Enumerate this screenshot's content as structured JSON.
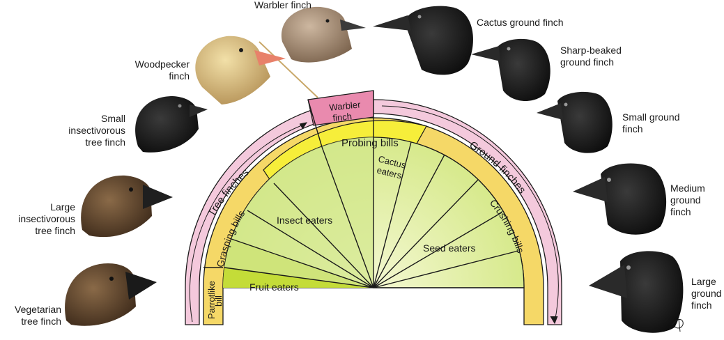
{
  "species_labels": {
    "warbler": "Warbler finch",
    "woodpecker": [
      "Woodpecker",
      "finch"
    ],
    "small_insectivorous": [
      "Small",
      "insectivorous",
      "tree finch"
    ],
    "large_insectivorous": [
      "Large",
      "insectivorous",
      "tree finch"
    ],
    "vegetarian": [
      "Vegetarian",
      "tree finch"
    ],
    "cactus_ground": "Cactus ground finch",
    "sharp_beaked": [
      "Sharp-beaked",
      "ground finch"
    ],
    "small_ground": [
      "Small ground",
      "finch"
    ],
    "medium_ground": [
      "Medium",
      "ground",
      "finch"
    ],
    "large_ground": [
      "Large",
      "ground",
      "finch"
    ]
  },
  "diagram": {
    "outer_left": "Tree finches",
    "outer_right": "Ground finches",
    "top_box": [
      "Warbler",
      "finch"
    ],
    "probing": "Probing bills",
    "grasping": "Grasping bills",
    "parrotlike": [
      "Parrotlike",
      "bill"
    ],
    "cactus": [
      "Cactus",
      "eaters"
    ],
    "crushing": "Crushing bills",
    "insect": "Insect eaters",
    "fruit": "Fruit eaters",
    "seed": "Seed eaters"
  },
  "colors": {
    "outer_band": "#f4c9dc",
    "warbler_box": "#e98aae",
    "bill_band": "#f6ee3a",
    "bill_band_side": "#f5d867",
    "inner_light": "#eaf2b4",
    "inner_green": "#cfe47a",
    "fruit": "#c4dc38",
    "lines": "#1a1a1a",
    "dark_bird": "#141414",
    "brown_bird": "#6b4a30",
    "beak_orange": "#e8816a"
  }
}
